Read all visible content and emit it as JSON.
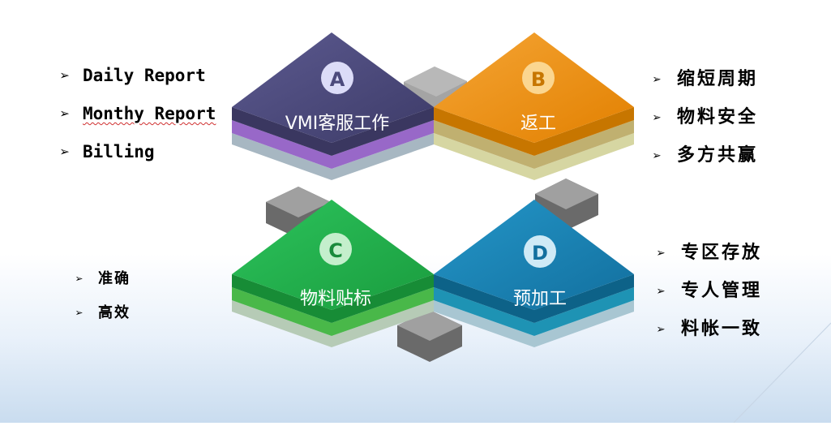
{
  "panels": {
    "a": {
      "letter": "A",
      "title": "VMI客服工作",
      "color": "#4c4a7c"
    },
    "b": {
      "letter": "B",
      "title": "返工",
      "color": "#f09010"
    },
    "c": {
      "letter": "C",
      "title": "物料贴标",
      "color": "#22b04a"
    },
    "d": {
      "letter": "D",
      "title": "预加工",
      "color": "#1a86b8"
    }
  },
  "lists": {
    "a": [
      "Daily Report",
      "Monthy Report",
      "Billing"
    ],
    "b": [
      "缩短周期",
      "物料安全",
      "多方共赢"
    ],
    "c": [
      "准确",
      "高效"
    ],
    "d": [
      "专区存放",
      "专人管理",
      "料帐一致"
    ]
  }
}
